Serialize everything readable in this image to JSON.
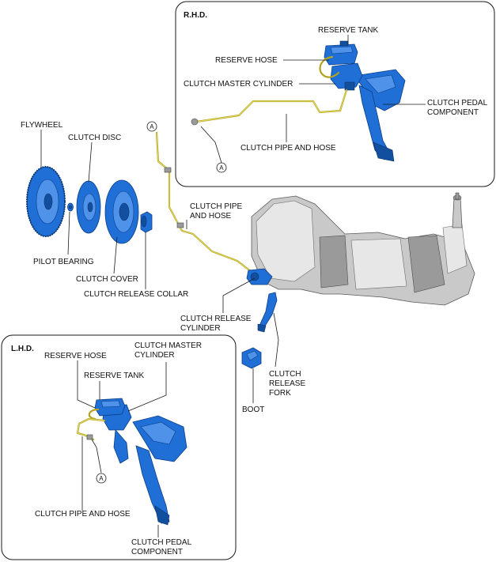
{
  "boxes": {
    "rhd_title": "R.H.D.",
    "lhd_title": "L.H.D."
  },
  "connector_mark": "A",
  "labels": {
    "rhd_reserve_tank": "RESERVE TANK",
    "rhd_reserve_hose": "RESERVE HOSE",
    "rhd_master_cylinder": "CLUTCH MASTER CYLINDER",
    "rhd_pedal_1": "CLUTCH PEDAL",
    "rhd_pedal_2": "COMPONENT",
    "rhd_pipe_hose": "CLUTCH PIPE AND HOSE",
    "flywheel": "FLYWHEEL",
    "clutch_disc": "CLUTCH DISC",
    "pilot_bearing": "PILOT BEARING",
    "clutch_cover": "CLUTCH COVER",
    "release_collar": "CLUTCH RELEASE COLLAR",
    "main_pipe_1": "CLUTCH PIPE",
    "main_pipe_2": "AND HOSE",
    "release_cyl_1": "CLUTCH RELEASE",
    "release_cyl_2": "CYLINDER",
    "fork_1": "CLUTCH",
    "fork_2": "RELEASE",
    "fork_3": "FORK",
    "boot": "BOOT",
    "lhd_reserve_hose": "RESERVE HOSE",
    "lhd_master_1": "CLUTCH MASTER",
    "lhd_master_2": "CYLINDER",
    "lhd_reserve_tank": "RESERVE TANK",
    "lhd_pipe_hose": "CLUTCH PIPE AND HOSE",
    "lhd_pedal_1": "CLUTCH PEDAL",
    "lhd_pedal_2": "COMPONENT"
  },
  "colors": {
    "parts_blue": "#1f6fd6",
    "pipe_yellow": "#b3a420",
    "transmission_grey": "#c9c9c9"
  }
}
